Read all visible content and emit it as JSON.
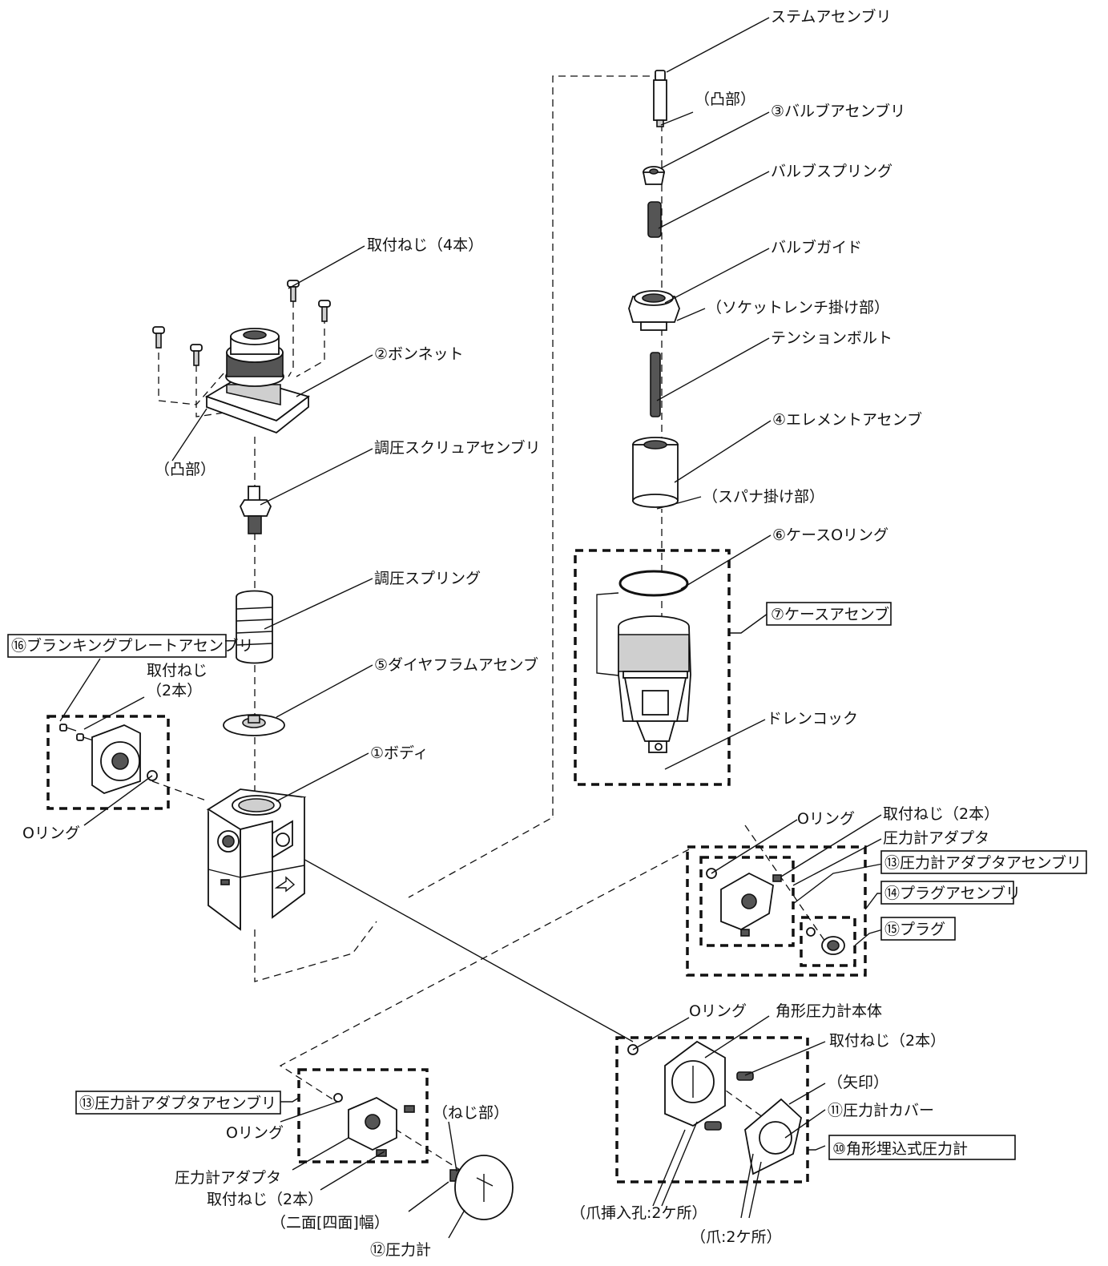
{
  "labels": {
    "stem_assembly": "ステムアセンブリ",
    "convex_top": "（凸部）",
    "valve_assembly": "③バルブアセンブリ",
    "valve_spring": "バルブスプリング",
    "valve_guide": "バルブガイド",
    "socket_wrench": "（ソケットレンチ掛け部）",
    "tension_bolt": "テンションボルト",
    "element_assembly": "④エレメントアセンブ",
    "spanner": "（スパナ掛け部）",
    "case_oring": "⑥ケースOリング",
    "case_assembly": "⑦ケースアセンブ",
    "drain_cock": "ドレンコック",
    "mount_screw_4": "取付ねじ（4本）",
    "bonnet": "②ボンネット",
    "convex_left": "（凸部）",
    "adj_screw": "調圧スクリュアセンブリ",
    "adj_spring": "調圧スプリング",
    "blanking_plate": "⑯ブランキングプレートアセンブリ",
    "blanking_screw": "取付ねじ",
    "blanking_screw_count": "（2本）",
    "diaphragm": "⑤ダイヤフラムアセンブ",
    "body": "①ボディ",
    "oring_left": "Oリング",
    "oring_right": "Oリング",
    "screw_2_right": "取付ねじ（2本）",
    "gauge_adapter_right": "圧力計アダプタ",
    "gauge_adapter_assy_right": "⑬圧力計アダプタアセンブリ",
    "plug_assembly": "⑭プラグアセンブリ",
    "plug": "⑮プラグ",
    "oring_sq": "Oリング",
    "square_gauge_body": "角形圧力計本体",
    "screw_2_sq": "取付ねじ（2本）",
    "arrow_mark": "（矢印）",
    "gauge_cover": "⑪圧力計カバー",
    "square_gauge": "⑩角形埋込式圧力計",
    "claw_hole": "（爪挿入孔:2ケ所）",
    "claw": "（爪:2ケ所）",
    "gauge_adapter_assy_left": "⑬圧力計アダプタアセンブリ",
    "oring_bottom": "Oリング",
    "thread": "（ねじ部）",
    "gauge_adapter_left": "圧力計アダプタ",
    "screw_2_left": "取付ねじ（2本）",
    "width_across": "（二面[四面]幅）",
    "pressure_gauge": "⑫圧力計"
  }
}
